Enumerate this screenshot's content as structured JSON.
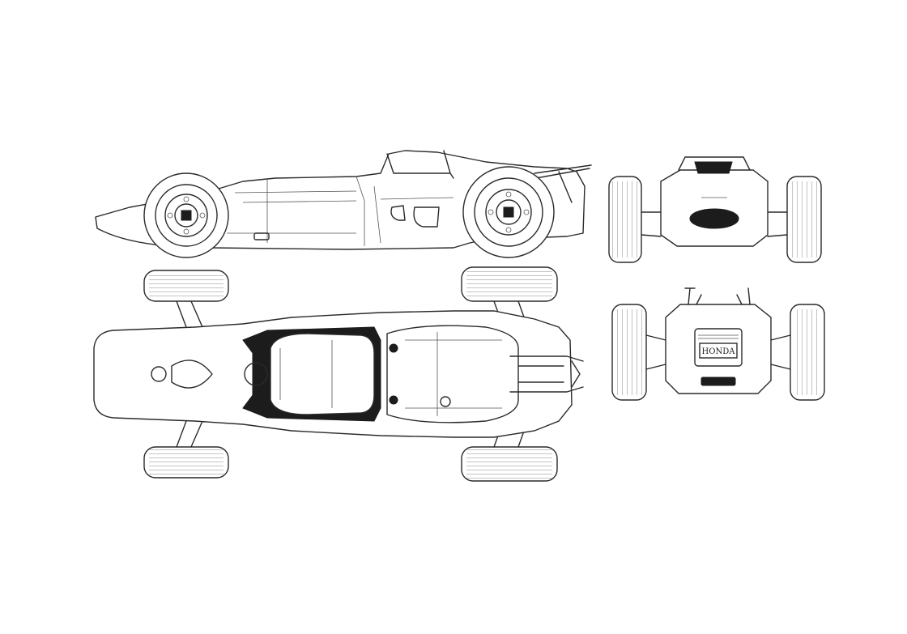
{
  "drawing": {
    "line_color": "#2a2a2a",
    "background": "#ffffff",
    "views": [
      "side",
      "top",
      "front",
      "rear"
    ]
  },
  "rear_view": {
    "badge_text": "HONDA"
  }
}
